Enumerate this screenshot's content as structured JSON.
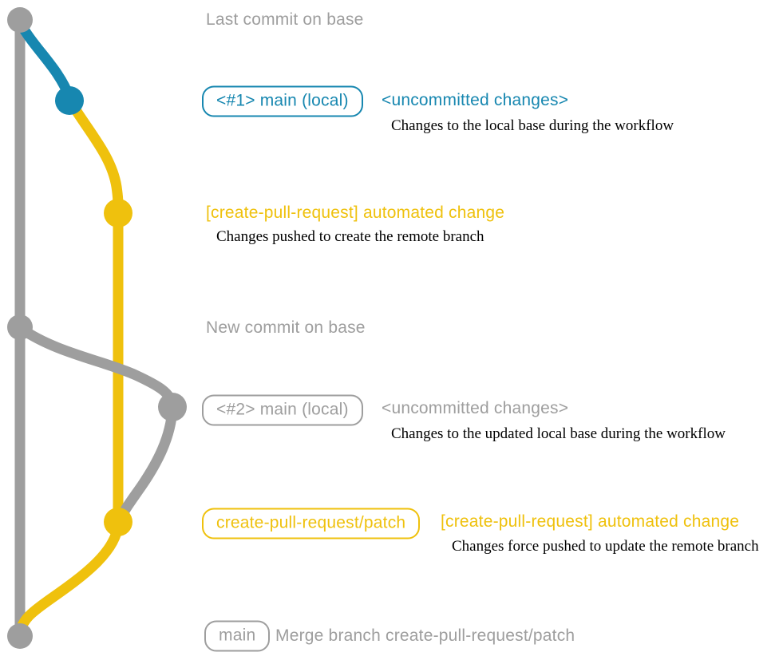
{
  "colors": {
    "gray": "#9e9e9e",
    "blue": "#1787b0",
    "yellow": "#efc10d",
    "ink": "#000000",
    "background": "#ffffff"
  },
  "diagram": {
    "branches": {
      "base": "base branch (gray)",
      "local": "uncommitted local changes (blue)",
      "patch": "create-pull-request/patch (yellow)"
    },
    "events": [
      {
        "id": "last-commit-on-base",
        "title": "Last commit on base"
      },
      {
        "id": "local-changes-1",
        "branch_label": "<#1> main (local)",
        "commit_message": "<uncommitted changes>",
        "note": "Changes to the local base during the workflow"
      },
      {
        "id": "automated-change-1",
        "commit_message": "[create-pull-request] automated change",
        "note": "Changes pushed to create the remote branch"
      },
      {
        "id": "new-commit-on-base",
        "title": "New commit on base"
      },
      {
        "id": "local-changes-2",
        "branch_label": "<#2> main (local)",
        "commit_message": "<uncommitted changes>",
        "note": "Changes to the updated local base during the workflow"
      },
      {
        "id": "automated-change-2",
        "branch_label": "create-pull-request/patch",
        "commit_message": "[create-pull-request] automated change",
        "note": "Changes force pushed to update the remote branch"
      },
      {
        "id": "merge-commit",
        "branch_label": "main",
        "commit_message": "Merge branch create-pull-request/patch"
      }
    ]
  }
}
